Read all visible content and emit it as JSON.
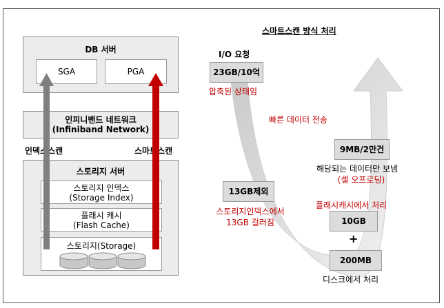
{
  "left": {
    "db_server": {
      "title": "DB 서버",
      "sga": "SGA",
      "pga": "PGA"
    },
    "network": {
      "line1": "인피니밴드 네트워크",
      "line2": "(Infiniband Network)"
    },
    "arrow_labels": {
      "index_scan": "인덱스스캔",
      "smart_scan": "스마트스캔"
    },
    "storage_server": {
      "title": "스토리지 서버",
      "storage_index": {
        "line1": "스토리지 인덱스",
        "line2": "(Storage Index)"
      },
      "flash_cache": {
        "line1": "플래시 캐시",
        "line2": "(Flash Cache)"
      },
      "storage": "스토리지(Storage)"
    }
  },
  "right": {
    "title": "스마트스캔 방식 처리",
    "io_request": "I/O 요청",
    "request_box": "23GB/10억",
    "compressed": "압축된 상태임",
    "fast_transfer": "빠른 데이터 전송",
    "storage_index_box": "13GB제외",
    "storage_index_note1": "스토리지인덱스에서",
    "storage_index_note2": "13GB 걸러짐",
    "result_box": "9MB/2만건",
    "result_note": "해당되는 데이터만 보냄",
    "offloading": "(셀 오프로딩)",
    "flash_note": "플래시캐시에서 처리",
    "flash_box": "10GB",
    "plus": "+",
    "disk_box": "200MB",
    "disk_note": "디스크에서 처리"
  },
  "colors": {
    "index_arrow": "#7f7f7f",
    "smart_arrow": "#c00000",
    "flow_arrow": "#d9d9d9",
    "note_red": "#c00000"
  }
}
